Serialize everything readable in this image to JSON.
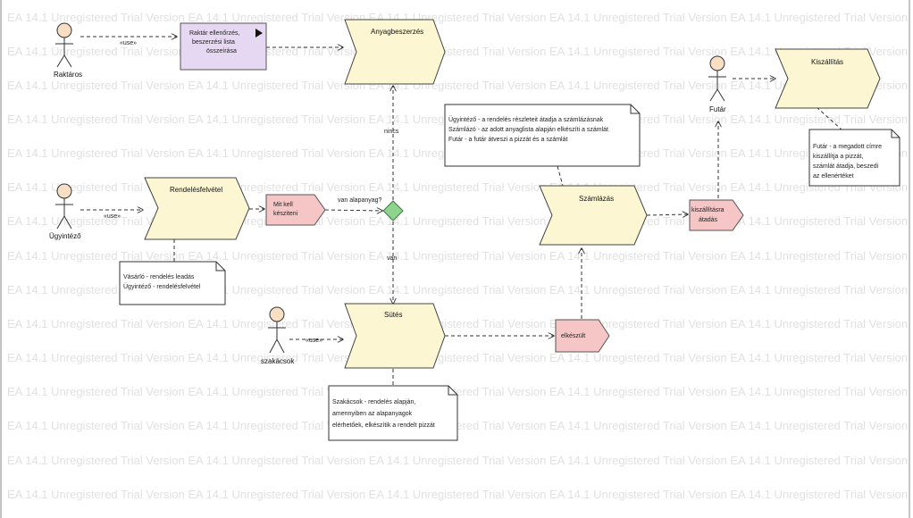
{
  "watermark": "EA 14.1 Unregistered Trial Version EA 14.1 Unregistered Trial Version EA 14.1 Unregistered Trial Version EA 14.1 Unregistered Trial Version EA 14.1 Unregistered Trial Version",
  "actors": {
    "raktaros": "Raktáros",
    "ugyintezo": "Ügyintéző",
    "szakacsok": "szakácsok",
    "futar": "Futár"
  },
  "use_label": "«use»",
  "activity": {
    "raktar": [
      "Raktár ellenőrzés,",
      "beszerzési lista",
      "összeírása"
    ]
  },
  "processes": {
    "anyagbeszerzes": "Anyagbeszerzés",
    "rendelesfelvetel": "Rendelésfelvétel",
    "sutes": "Sütés",
    "szamlazas": "Számlázás",
    "kiszallitas": "Kiszállítás"
  },
  "events": {
    "mit_kell": [
      "Mit kell",
      "késziteni"
    ],
    "elkeszult": "elkészült",
    "kiszallitasra": [
      "kiszállításra",
      "átadás"
    ]
  },
  "decision": {
    "question": "van alapanyag?",
    "no": "nincs",
    "yes": "van"
  },
  "notes": {
    "rendeles": [
      "Vásárló - rendelés leadás",
      "Ügyintéző - rendelésfelvétel"
    ],
    "szamlazas": [
      "Ügyintéző - a rendelés részleteit átadja a számlázásnak",
      "Számlázó - az adott anyaglista alapján elkészíti a számlát",
      "Futár - a futár átveszi a pizzát és a számlát"
    ],
    "sutes": [
      "Szakácsok - rendelés alapján,",
      "amennyiben az alapanyagok",
      "elérhetőek, elkészítik a rendelt pizzát"
    ],
    "kiszallitas": [
      "Futár - a megadott címre",
      "kiszállítja a pizzát,",
      "számlát átadja, beszedi",
      "az ellenértéket"
    ]
  },
  "colors": {
    "process_fill": "#fcf7d2",
    "activity_fill": "#e6d8f2",
    "event_fill": "#f6c6c6",
    "decision_fill": "#8ed48e",
    "actor_head": "#f8dfc4",
    "watermark": "#e1e1e1"
  }
}
